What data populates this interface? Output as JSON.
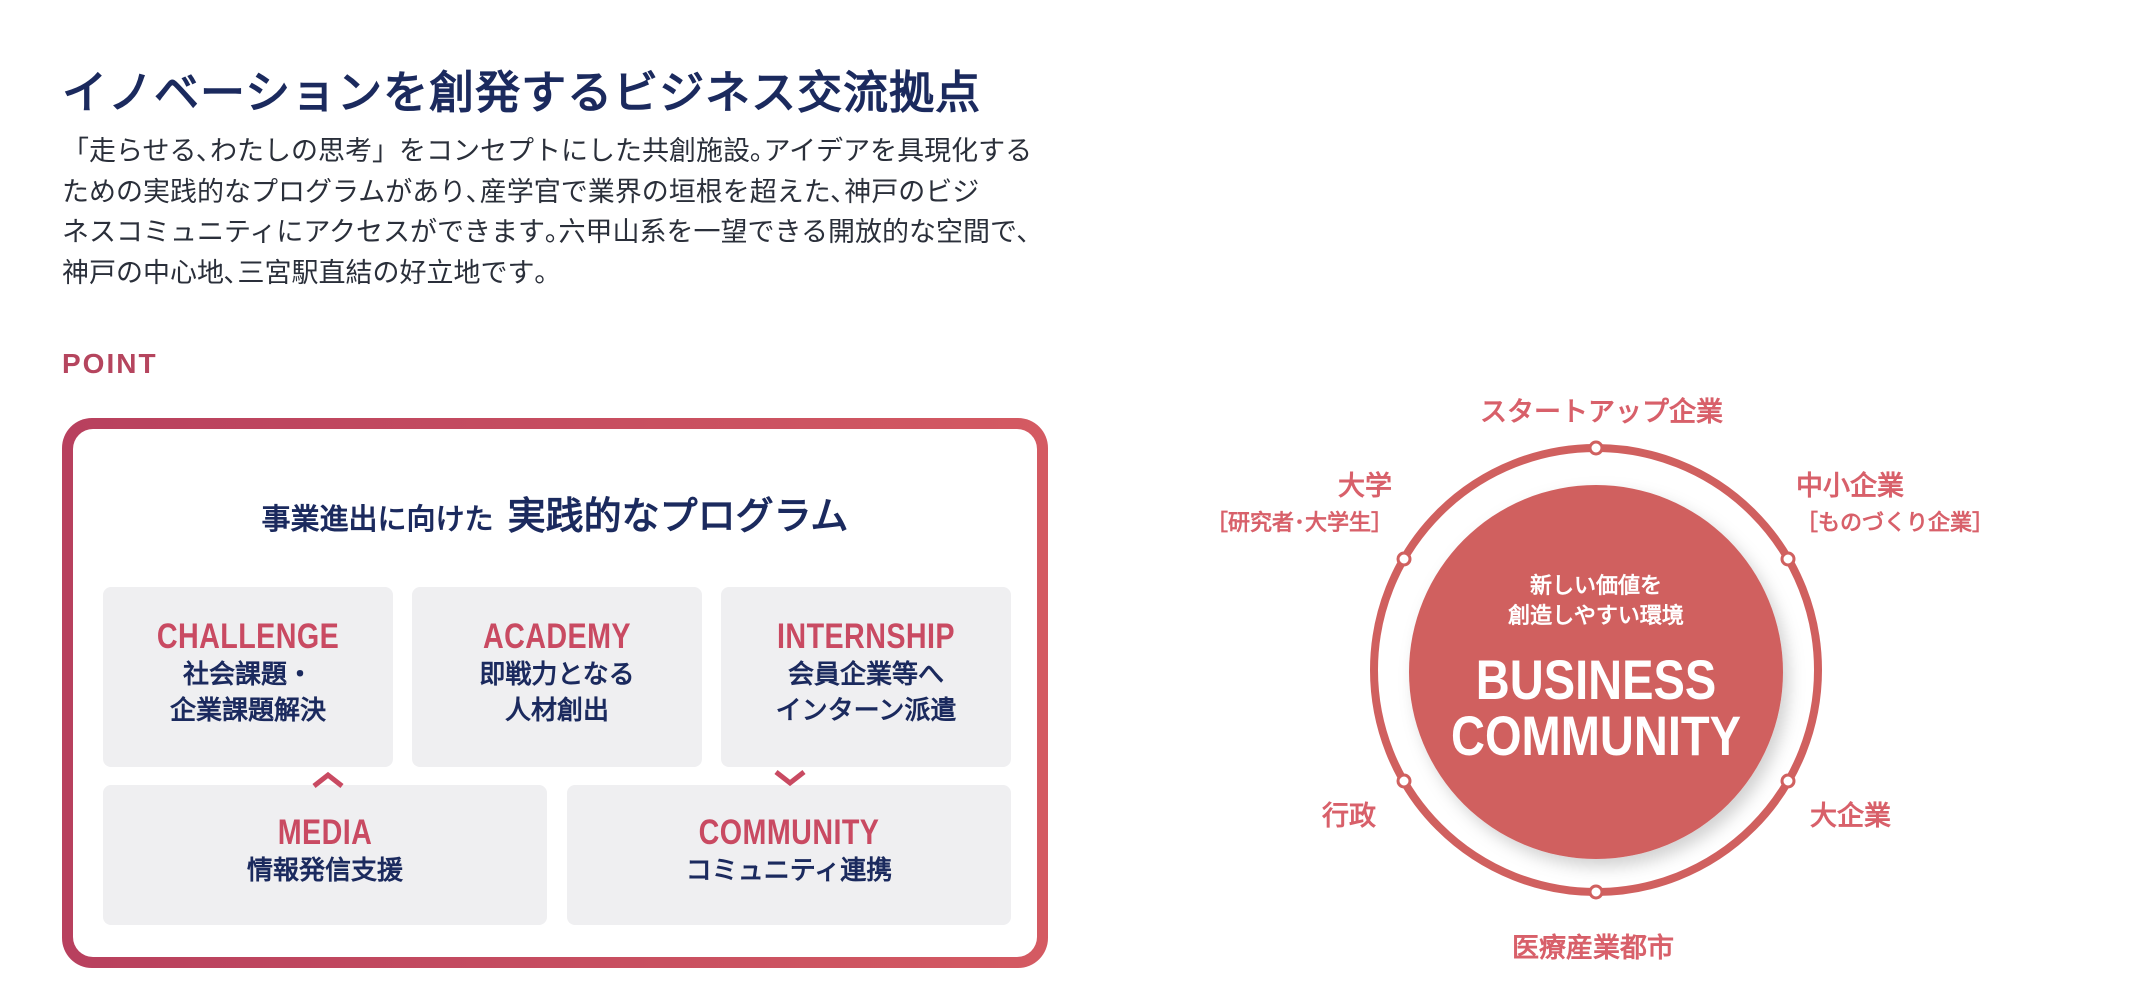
{
  "heading": "イノベーションを創発するビジネス交流拠点",
  "description_lines": [
    "「走らせる､わたしの思考」をコンセプトにした共創施設｡アイデアを具現化する",
    "ための実践的なプログラムがあり､産学官で業界の垣根を超えた､神戸のビジ",
    "ネスコミュニティにアクセスができます｡六甲山系を一望できる開放的な空間で､",
    "神戸の中心地､三宮駅直結の好立地です｡"
  ],
  "point_label": "POINT",
  "program": {
    "title_prefix": "事業進出に向けた",
    "title_main": "実践的なプログラム",
    "cards": [
      {
        "en": "CHALLENGE",
        "jp": [
          "社会課題・",
          "企業課題解決"
        ]
      },
      {
        "en": "ACADEMY",
        "jp": [
          "即戦力となる",
          "人材創出"
        ]
      },
      {
        "en": "INTERNSHIP",
        "jp": [
          "会員企業等へ",
          "インターン派遣"
        ]
      },
      {
        "en": "MEDIA",
        "jp": [
          "情報発信支援"
        ]
      },
      {
        "en": "COMMUNITY",
        "jp": [
          "コミュニティ連携"
        ]
      }
    ]
  },
  "community": {
    "center_tag": [
      "新しい価値を",
      "創造しやすい環境"
    ],
    "center_title": [
      "BUSINESS",
      "COMMUNITY"
    ],
    "nodes": {
      "top": {
        "label": "スタートアップ企業"
      },
      "top_right": {
        "label": "中小企業",
        "sub": "［ものづくり企業］"
      },
      "bottom_right": {
        "label": "大企業"
      },
      "bottom": {
        "label": "医療産業都市"
      },
      "bottom_left": {
        "label": "行政"
      },
      "top_left": {
        "label": "大学",
        "sub": "［研究者･大学生］"
      }
    }
  },
  "colors": {
    "navy": "#1b2a5e",
    "accent": "#c94a62",
    "frame_start": "#b8405e",
    "frame_end": "#d45a62",
    "circle": "#d0605f",
    "card_bg": "#efeff1"
  }
}
